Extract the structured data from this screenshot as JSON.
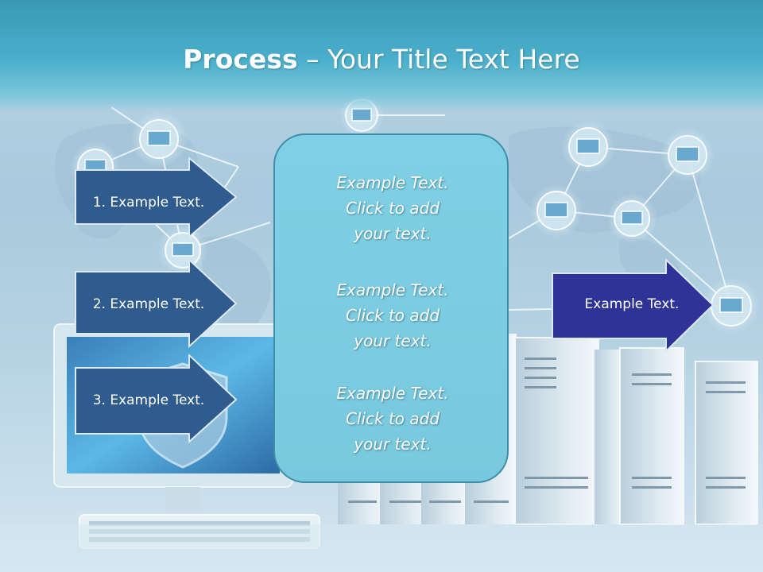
{
  "title": {
    "bold": "Process",
    "rest": " – Your Title Text Here"
  },
  "left_arrows": [
    {
      "label": "1. Example Text."
    },
    {
      "label": "2. Example Text."
    },
    {
      "label": "3. Example Text."
    }
  ],
  "center_panel": {
    "blocks": [
      {
        "line1": "Example Text.",
        "line2": "Click  to add",
        "line3": "your text."
      },
      {
        "line1": "Example Text.",
        "line2": "Click  to add",
        "line3": "your text."
      },
      {
        "line1": "Example Text.",
        "line2": "Click  to add",
        "line3": "your text."
      }
    ]
  },
  "right_arrow": {
    "label": "Example Text."
  },
  "colors": {
    "left_arrow_fill": "#2f5b8f",
    "right_arrow_fill": "#2e3497",
    "panel_fill": "#7fd0e4",
    "header": "#4bb0cc"
  }
}
